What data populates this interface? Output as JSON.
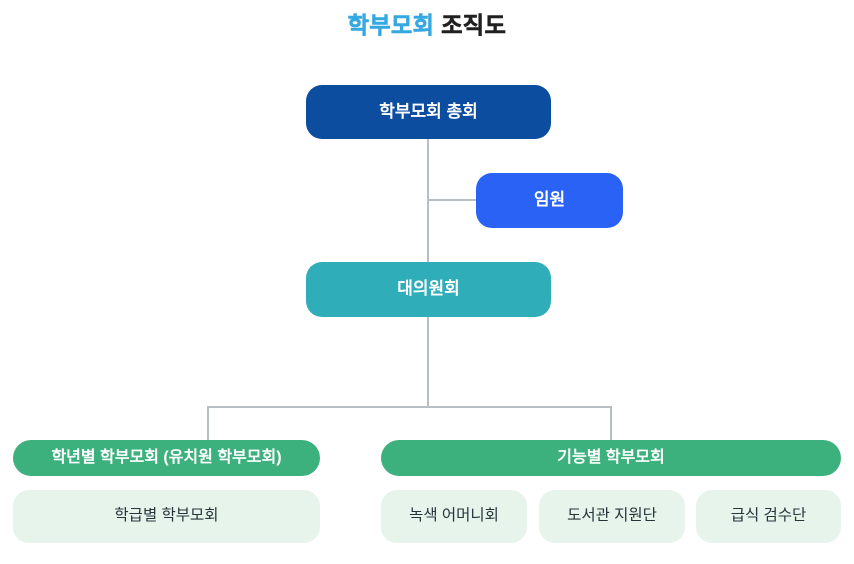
{
  "title": {
    "part1": "학부모회",
    "part2": "조직도"
  },
  "palette": {
    "title_highlight": "#35a8e0",
    "title_text": "#212121",
    "root_navy": "#0c4da0",
    "officers_blue": "#2962f5",
    "council_teal": "#2fadb8",
    "branch_green": "#3db17d",
    "leaf_mint": "#e6f4ec",
    "connector_gray": "#b9bec4",
    "text_on_color": "#ffffff",
    "text_on_mint": "#26343a"
  },
  "org": {
    "root": {
      "label": "학부모회 총회"
    },
    "officers": {
      "label": "임원"
    },
    "council": {
      "label": "대의원회"
    },
    "branches": [
      {
        "label": "학년별 학부모회 (유치원 학부모회)",
        "children": [
          "학급별 학부모회"
        ]
      },
      {
        "label": "기능별 학부모회",
        "children": [
          "녹색 어머니회",
          "도서관 지원단",
          "급식 검수단"
        ]
      }
    ]
  }
}
